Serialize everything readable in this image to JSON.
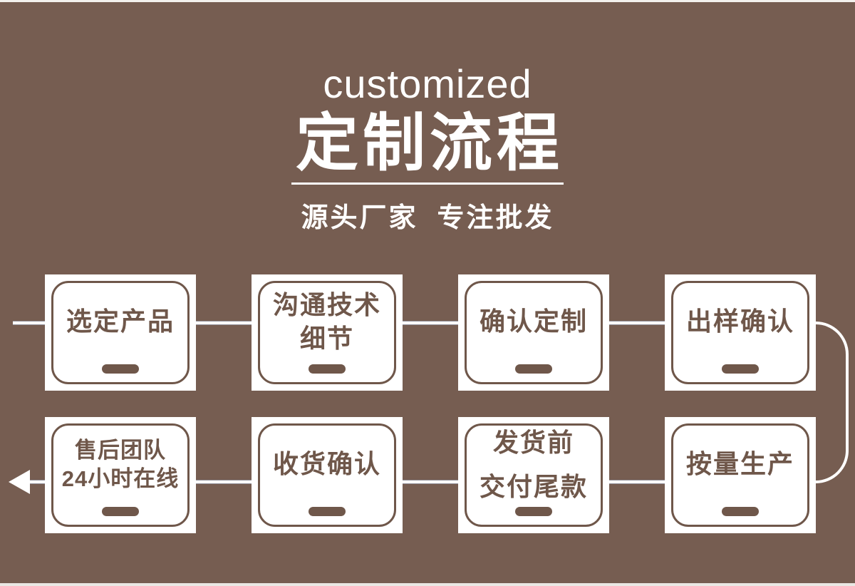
{
  "page": {
    "background_color": "#765d51",
    "ink_color": "#6f574a",
    "line_color": "#ffffff"
  },
  "header": {
    "subtitle_en": "customized",
    "title": "定制流程",
    "tagline": "源头厂家  专注批发"
  },
  "flow": {
    "steps": [
      {
        "id": 1,
        "label": "选定产品"
      },
      {
        "id": 2,
        "label": "沟通技术\n细节"
      },
      {
        "id": 3,
        "label": "确认定制"
      },
      {
        "id": 4,
        "label": "出样确认"
      },
      {
        "id": 5,
        "label": "按量生产"
      },
      {
        "id": 6,
        "label": "发货前\n交付尾款"
      },
      {
        "id": 7,
        "label": "收货确认"
      },
      {
        "id": 8,
        "label": "售后团队\n24小时在线"
      }
    ]
  }
}
